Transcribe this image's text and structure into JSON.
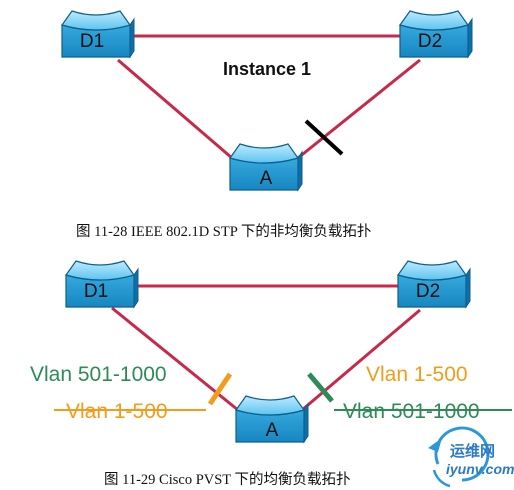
{
  "diagram1": {
    "switches": {
      "d1": "D1",
      "d2": "D2",
      "a": "A"
    },
    "instance_label": "Instance 1",
    "caption": "图 11-28    IEEE 802.1D STP 下的非均衡负载拓扑"
  },
  "diagram2": {
    "switches": {
      "d1": "D1",
      "d2": "D2",
      "a": "A"
    },
    "left_label_forward": "Vlan 501-1000",
    "left_label_blocked": "Vlan 1-500",
    "right_label_forward": "Vlan 1-500",
    "right_label_blocked": "Vlan 501-1000",
    "caption": "图 11-29 Cisco PVST 下的均衡负载拓扑"
  },
  "watermark": {
    "brand_cn": "运维网",
    "domain": "iyunv.com"
  },
  "colors": {
    "link": "#c8284a",
    "switch_fill": "#2aa6dc",
    "green": "#2e8b57",
    "orange": "#f39c1a",
    "block_mark": "#000000"
  }
}
